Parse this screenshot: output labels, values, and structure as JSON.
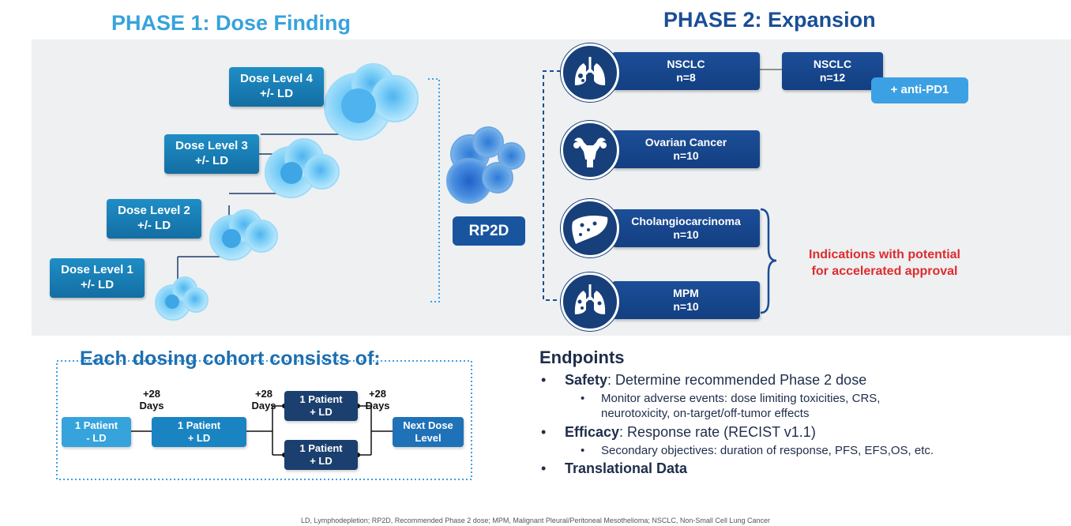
{
  "phase1": {
    "title": "PHASE 1: Dose Finding",
    "dose_levels": [
      {
        "label": "Dose Level 4",
        "sub": "+/- LD"
      },
      {
        "label": "Dose Level 3",
        "sub": "+/- LD"
      },
      {
        "label": "Dose Level 2",
        "sub": "+/- LD"
      },
      {
        "label": "Dose Level 1",
        "sub": "+/- LD"
      }
    ]
  },
  "rp2d": {
    "label": "RP2D"
  },
  "phase2": {
    "title": "PHASE 2: Expansion",
    "indications": [
      {
        "name": "NSCLC",
        "n": "n=8",
        "icon": "lungs-icon"
      },
      {
        "name": "NSCLC",
        "n": "n=12"
      },
      {
        "name": "Ovarian Cancer",
        "n": "n=10",
        "icon": "uterus-icon"
      },
      {
        "name": "Cholangiocarcinoma",
        "n": "n=10",
        "icon": "liver-icon"
      },
      {
        "name": "MPM",
        "n": "n=10",
        "icon": "lungs-mesothelioma-icon"
      }
    ],
    "combo": "+ anti-PD1",
    "accelerated_note_line1": "Indications with potential",
    "accelerated_note_line2": "for accelerated approval"
  },
  "cohort": {
    "title": "Each dosing cohort consists of:",
    "steps": [
      {
        "l1": "1 Patient",
        "l2": "- LD"
      },
      {
        "l1": "1 Patient",
        "l2": "+ LD"
      },
      {
        "l1": "1 Patient",
        "l2": "+ LD"
      },
      {
        "l1": "1 Patient",
        "l2": "+ LD"
      },
      {
        "l1": "Next Dose",
        "l2": "Level"
      }
    ],
    "days": [
      {
        "l1": "+28",
        "l2": "Days"
      },
      {
        "l1": "+28",
        "l2": "Days"
      },
      {
        "l1": "+28",
        "l2": "Days"
      }
    ]
  },
  "endpoints": {
    "title": "Endpoints",
    "safety_label": "Safety",
    "safety_text": ": Determine recommended Phase 2 dose",
    "safety_sub_line1": "Monitor adverse events: dose limiting toxicities, CRS,",
    "safety_sub_line2": "neurotoxicity, on-target/off-tumor effects",
    "efficacy_label": "Efficacy",
    "efficacy_text": ": Response rate (RECIST v1.1)",
    "efficacy_sub": "Secondary objectives: duration of response, PFS, EFS,OS, etc.",
    "translational": "Translational Data",
    "bullet": "•"
  },
  "footnote": "LD, Lymphodepletion; RP2D, Recommended Phase 2 dose; MPM, Malignant Pleural/Peritoneal Mesothelioma; NSCLC, Non-Small Cell Lung Cancer",
  "colors": {
    "phase1_title": "#36a3dc",
    "phase2_title": "#1a4e96",
    "dose_box": "#1f8ec6",
    "indication_box": "#1c4e98",
    "combo_box": "#3ca0e4",
    "accelerated_text": "#de2c2c",
    "panel_bg": "#eef0f2"
  }
}
